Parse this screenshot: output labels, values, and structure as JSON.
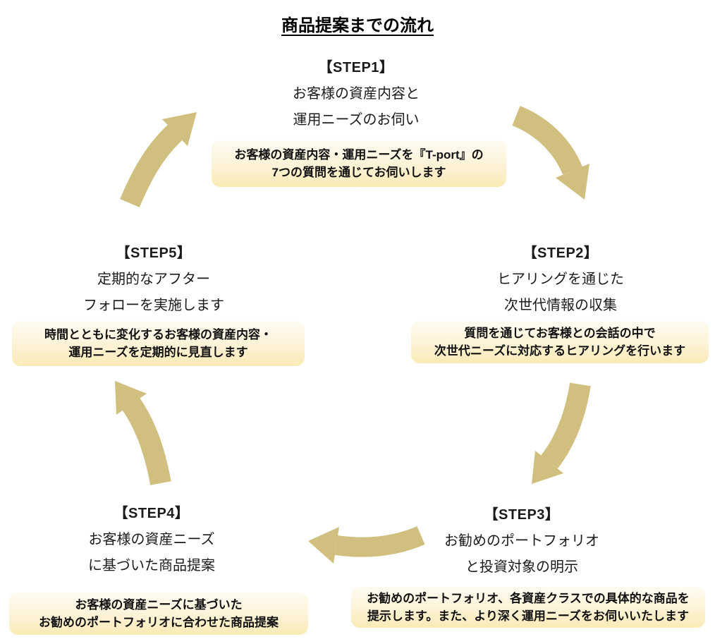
{
  "title": "商品提案までの流れ",
  "colors": {
    "arrow": "#D0BF7E",
    "box_top": "#FEFBF2",
    "box_mid": "#FCF2D6",
    "box_bottom": "#FAEBB5"
  },
  "steps": [
    {
      "heading": "【STEP1】",
      "lines": [
        "お客様の資産内容と",
        "運用ニーズのお伺い"
      ],
      "note": [
        "お客様の資産内容・運用ニーズを『T-port』の",
        "7つの質問を通じてお伺いします"
      ]
    },
    {
      "heading": "【STEP2】",
      "lines": [
        "ヒアリングを通じた",
        "次世代情報の収集"
      ],
      "note": [
        "質問を通じてお客様との会話の中で",
        "次世代ニーズに対応するヒアリングを行います"
      ]
    },
    {
      "heading": "【STEP3】",
      "lines": [
        "お勧めのポートフォリオ",
        "と投資対象の明示"
      ],
      "note": [
        "お勧めのポートフォリオ、各資産クラスでの具体的な商品を",
        "提示します。また、より深く運用ニーズをお伺いいたします"
      ]
    },
    {
      "heading": "【STEP4】",
      "lines": [
        "お客様の資産ニーズ",
        "に基づいた商品提案"
      ],
      "note": [
        "お客様の資産ニーズに基づいた",
        "お勧めのポートフォリオに合わせた商品提案"
      ]
    },
    {
      "heading": "【STEP5】",
      "lines": [
        "定期的なアフター",
        "フォローを実施します"
      ],
      "note": [
        "時間とともに変化するお客様の資産内容・",
        "運用ニーズを定期的に見直します"
      ]
    }
  ],
  "arrows": [
    {
      "name": "step1-to-step2"
    },
    {
      "name": "step2-to-step3"
    },
    {
      "name": "step3-to-step4"
    },
    {
      "name": "step4-to-step5"
    },
    {
      "name": "step5-to-step1"
    }
  ]
}
